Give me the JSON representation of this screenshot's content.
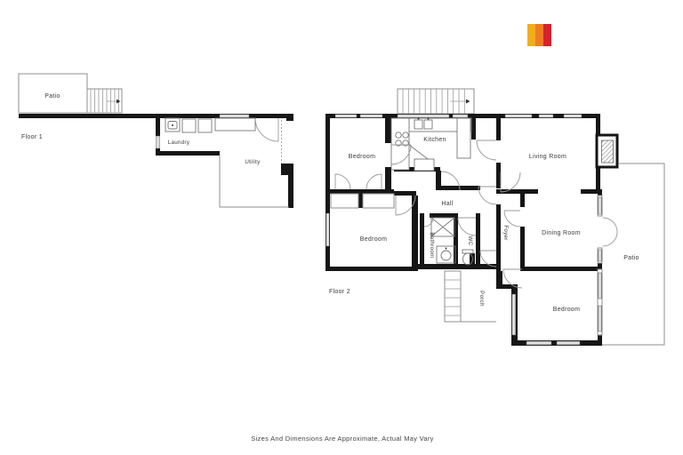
{
  "branding": {
    "logo_colors": [
      "#F2AD1D",
      "#ED7C24",
      "#D2232E"
    ]
  },
  "floor1": {
    "label": "Floor 1",
    "rooms": {
      "patio": "Patio",
      "laundry": "Laundry",
      "utility": "Utility"
    }
  },
  "floor2": {
    "label": "Floor 2",
    "rooms": {
      "bedroom_top": "Bedroom",
      "kitchen": "Kitchen",
      "living_room": "Living Room",
      "hall": "Hall",
      "bedroom_left": "Bedroom",
      "bathroom": "Bathroom",
      "wc": "WC",
      "foyer": "Foyer",
      "dining_room": "Dining Room",
      "patio": "Patio",
      "porch": "Porch",
      "bedroom_bottom": "Bedroom"
    }
  },
  "footer": {
    "disclaimer": "Sizes And Dimensions Are Approximate, Actual May Vary"
  }
}
